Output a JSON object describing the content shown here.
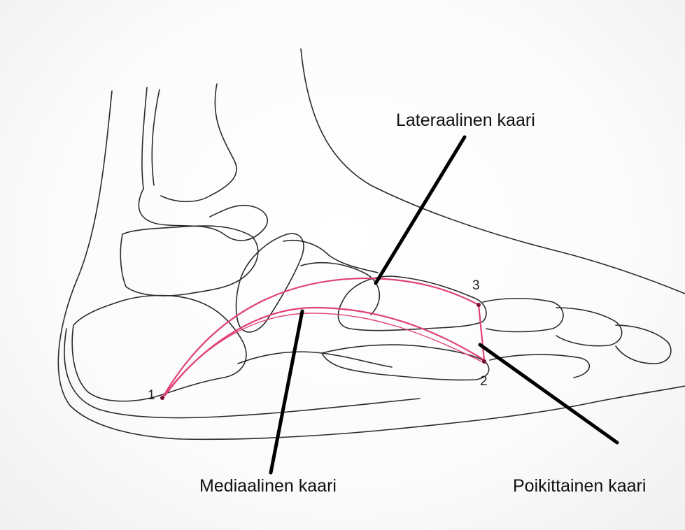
{
  "diagram": {
    "labels": {
      "lateral_arch": "Lateraalinen kaari",
      "medial_arch": "Mediaalinen kaari",
      "transverse_arch": "Poikittainen kaari"
    },
    "points": {
      "p1": "1",
      "p2": "2",
      "p3": "3"
    },
    "colors": {
      "bone_outline": "#2a2a2a",
      "arch_line": "#e0407a",
      "pointer_line": "#000000",
      "point_marker": "#7a1030"
    }
  }
}
